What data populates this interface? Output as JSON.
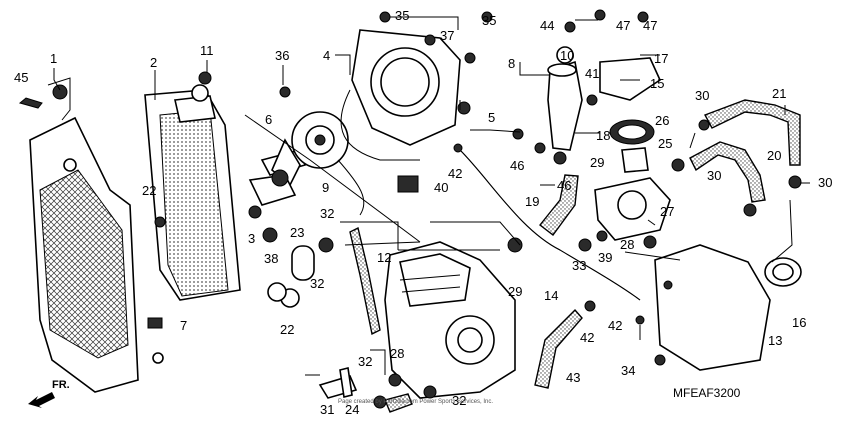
{
  "figure_code": "MFEAF3200",
  "direction_label": "FR.",
  "footnote": "Page created by Partzilla.com Power Sports Services, Inc.",
  "callouts": [
    "45",
    "1",
    "2",
    "11",
    "36",
    "35",
    "35",
    "44",
    "47",
    "47",
    "37",
    "4",
    "8",
    "10",
    "17",
    "41",
    "15",
    "6",
    "5",
    "30",
    "21",
    "18",
    "26",
    "46",
    "29",
    "25",
    "20",
    "42",
    "46",
    "30",
    "9",
    "22",
    "40",
    "19",
    "30",
    "27",
    "3",
    "32",
    "23",
    "38",
    "33",
    "39",
    "28",
    "12",
    "29",
    "14",
    "32",
    "22",
    "7",
    "42",
    "42",
    "43",
    "13",
    "16",
    "31",
    "24",
    "32",
    "28",
    "34",
    "32"
  ],
  "icons": [
    "front-arrow-icon"
  ]
}
